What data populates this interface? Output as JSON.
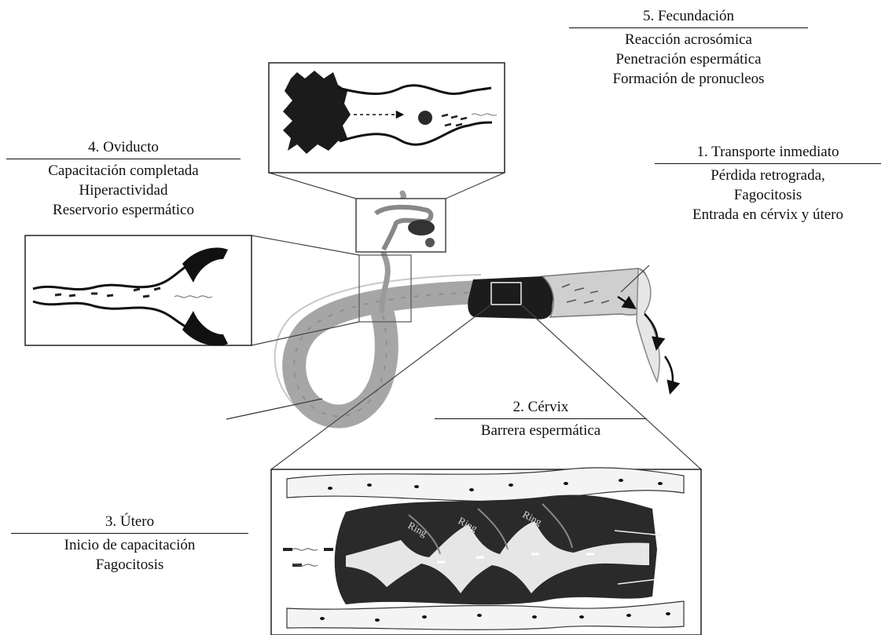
{
  "stages": {
    "fecundacion": {
      "title": "5. Fecundación",
      "lines": [
        "Reacción acrosómica",
        "Penetración espermática",
        "Formación de pronucleos"
      ]
    },
    "oviducto": {
      "title": "4. Oviducto",
      "lines": [
        "Capacitación completada",
        "Hiperactividad",
        "Reservorio espermático"
      ]
    },
    "transporte": {
      "title": "1. Transporte inmediato",
      "lines": [
        "Pérdida retrograda,",
        "Fagocitosis",
        "Entrada en cérvix y útero"
      ]
    },
    "cervix": {
      "title": "2. Cérvix",
      "lines": [
        "Barrera espermática"
      ]
    },
    "utero": {
      "title": "3. Útero",
      "lines": [
        "Inicio de capacitación",
        "Fagocitosis"
      ]
    }
  },
  "cervix_inset": {
    "ring_labels": [
      "Ring",
      "Ring",
      "Ring"
    ]
  }
}
